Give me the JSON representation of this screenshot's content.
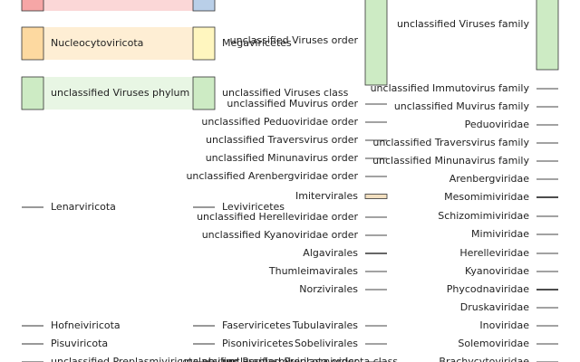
{
  "chart_data": {
    "type": "sankey",
    "title": "",
    "levels": [
      "phylum",
      "class",
      "order",
      "family"
    ],
    "phyla": [
      {
        "label": "",
        "color": "#f6a6a6",
        "value": 3
      },
      {
        "label": "Nucleocytoviricota",
        "color": "#fdd9a0",
        "value": 3
      },
      {
        "label": "unclassified Viruses phylum",
        "color": "#cdebc4",
        "value": 3
      },
      {
        "label": "Lenarviricota",
        "color": "#f2e9d0",
        "value": 0.15
      },
      {
        "label": "Hofneiviricota",
        "color": "#efe8dc",
        "value": 0.15
      },
      {
        "label": "Pisuviricota",
        "color": "#f5ead9",
        "value": 0.15
      },
      {
        "label": "unclassified Preplasmiviricota phylum",
        "color": "#ece4f0",
        "value": 0.15
      }
    ],
    "classes": [
      {
        "label": "",
        "color": "#b9cfe8",
        "value": 3
      },
      {
        "label": "Megaviricetes",
        "color": "#fff6bf",
        "value": 3
      },
      {
        "label": "unclassified Viruses class",
        "color": "#cdebc4",
        "value": 3
      },
      {
        "label": "Leviviricetes",
        "color": "#f2e9d0",
        "value": 0.15
      },
      {
        "label": "Faserviricetes",
        "color": "#efe8dc",
        "value": 0.15
      },
      {
        "label": "Pisoniviricetes",
        "color": "#f5ead9",
        "value": 0.15
      },
      {
        "label": "unclassified Preplasmiviricota class",
        "color": "#ece4f0",
        "value": 0.15
      }
    ],
    "orders": [
      {
        "label": "unclassified Viruses order",
        "color": "#cdebc4",
        "value": 10
      },
      {
        "label": "unclassified Muvirus order",
        "color": "#dddddd",
        "value": 0.1
      },
      {
        "label": "unclassified Peduoviridae order",
        "color": "#dddddd",
        "value": 0.1
      },
      {
        "label": "unclassified Traversvirus order",
        "color": "#dddddd",
        "value": 0.1
      },
      {
        "label": "unclassified Minunavirus order",
        "color": "#dddddd",
        "value": 0.1
      },
      {
        "label": "unclassified Arenbergviridae order",
        "color": "#dddddd",
        "value": 0.1
      },
      {
        "label": "Imitervirales",
        "color": "#f2dfc0",
        "value": 0.6
      },
      {
        "label": "unclassified Herelleviridae order",
        "color": "#dddddd",
        "value": 0.1
      },
      {
        "label": "unclassified Kyanoviridae order",
        "color": "#dddddd",
        "value": 0.1
      },
      {
        "label": "Algavirales",
        "color": "#555555",
        "value": 0.1
      },
      {
        "label": "Thumleimavirales",
        "color": "#dddddd",
        "value": 0.1
      },
      {
        "label": "Norzivirales",
        "color": "#dddddd",
        "value": 0.1
      },
      {
        "label": "Tubulavirales",
        "color": "#dddddd",
        "value": 0.1
      },
      {
        "label": "Sobelivirales",
        "color": "#dddddd",
        "value": 0.1
      },
      {
        "label": "unclassified Preplasmiviricota order",
        "color": "#dddddd",
        "value": 0.1
      }
    ],
    "families": [
      {
        "label": "unclassified Viruses family",
        "color": "#cdebc4",
        "value": 10
      },
      {
        "label": "unclassified Immutovirus family",
        "color": "#dddddd",
        "value": 0.1
      },
      {
        "label": "unclassified Muvirus family",
        "color": "#dddddd",
        "value": 0.1
      },
      {
        "label": "Peduoviridae",
        "color": "#dddddd",
        "value": 0.1
      },
      {
        "label": "unclassified Traversvirus family",
        "color": "#dddddd",
        "value": 0.1
      },
      {
        "label": "unclassified Minunavirus family",
        "color": "#dddddd",
        "value": 0.1
      },
      {
        "label": "Arenbergviridae",
        "color": "#dddddd",
        "value": 0.1
      },
      {
        "label": "Mesomimiviridae",
        "color": "#777777",
        "value": 0.2
      },
      {
        "label": "Schizomimiviridae",
        "color": "#dddddd",
        "value": 0.1
      },
      {
        "label": "Mimiviridae",
        "color": "#dddddd",
        "value": 0.1
      },
      {
        "label": "Herelleviridae",
        "color": "#dddddd",
        "value": 0.1
      },
      {
        "label": "Kyanoviridae",
        "color": "#dddddd",
        "value": 0.1
      },
      {
        "label": "Phycodnaviridae",
        "color": "#555555",
        "value": 0.1
      },
      {
        "label": "Druskaviridae",
        "color": "#dddddd",
        "value": 0.1
      },
      {
        "label": "Inoviridae",
        "color": "#dddddd",
        "value": 0.1
      },
      {
        "label": "Solemoviridae",
        "color": "#dddddd",
        "value": 0.1
      },
      {
        "label": "Brachycytoviridae",
        "color": "#dddddd",
        "value": 0.1
      }
    ]
  }
}
